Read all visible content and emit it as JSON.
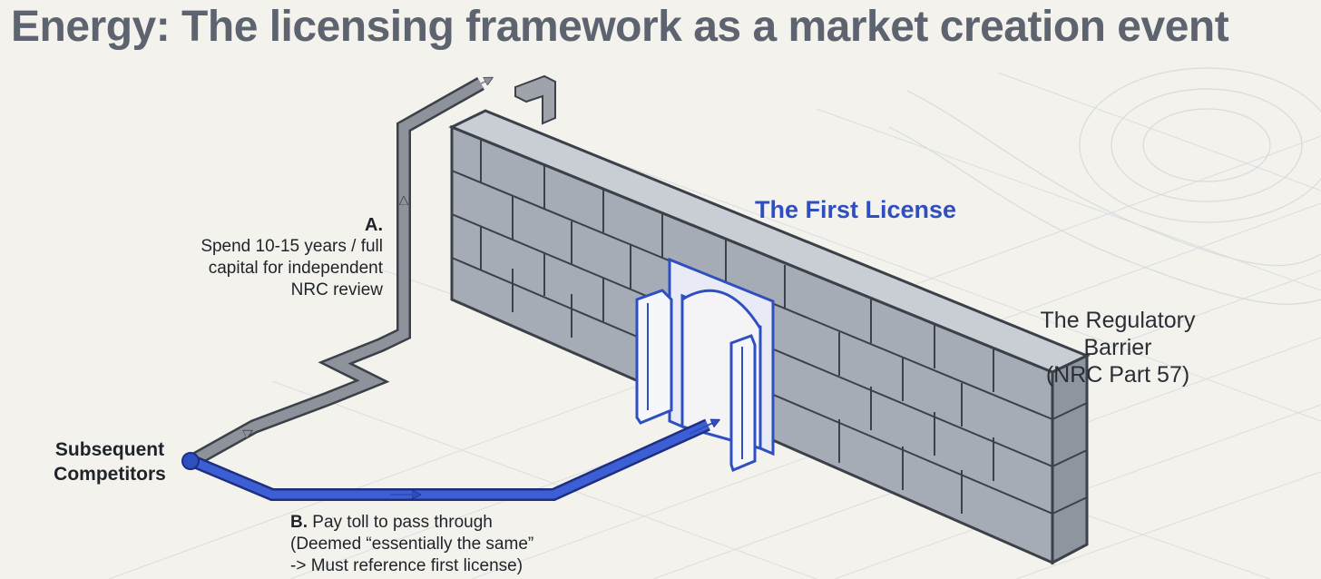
{
  "title": "Energy: The licensing framework as a market creation event",
  "labels": {
    "competitors_line1": "Subsequent",
    "competitors_line2": "Competitors",
    "first_license": "The First License",
    "barrier_line1": "The Regulatory Barrier",
    "barrier_line2": "(NRC Part 57)"
  },
  "path_a": {
    "marker": "A.",
    "line1": "Spend 10-15 years / full",
    "line2": "capital for independent",
    "line3": "NRC review"
  },
  "path_b": {
    "marker": "B.",
    "line1": "Pay toll to pass through",
    "line2": "(Deemed “essentially the same”",
    "line3": "-> Must reference first license)"
  },
  "colors": {
    "accent_blue": "#2f4fc1",
    "gray_path": "#8d929b",
    "wall_block": "#a3a9b3",
    "background": "#f3f2ec"
  }
}
